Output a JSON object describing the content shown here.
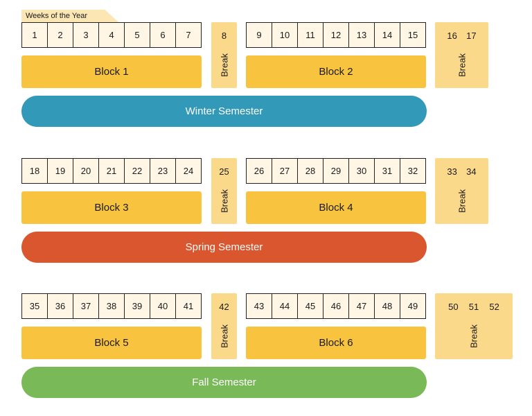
{
  "header": {
    "title": "Weeks of the Year"
  },
  "rows": [
    {
      "weeks_a": [
        "1",
        "2",
        "3",
        "4",
        "5",
        "6",
        "7"
      ],
      "mid_break_week": "8",
      "weeks_b": [
        "9",
        "10",
        "11",
        "12",
        "13",
        "14",
        "15"
      ],
      "end_break_weeks": [
        "16",
        "17"
      ],
      "block_a": "Block 1",
      "block_b": "Block 2",
      "break_label": "Break",
      "semester": "Winter Semester",
      "semester_color": "#3399b8"
    },
    {
      "weeks_a": [
        "18",
        "19",
        "20",
        "21",
        "22",
        "23",
        "24"
      ],
      "mid_break_week": "25",
      "weeks_b": [
        "26",
        "27",
        "28",
        "29",
        "30",
        "31",
        "32"
      ],
      "end_break_weeks": [
        "33",
        "34"
      ],
      "block_a": "Block 3",
      "block_b": "Block 4",
      "break_label": "Break",
      "semester": "Spring Semester",
      "semester_color": "#d9562f"
    },
    {
      "weeks_a": [
        "35",
        "36",
        "37",
        "38",
        "39",
        "40",
        "41"
      ],
      "mid_break_week": "42",
      "weeks_b": [
        "43",
        "44",
        "45",
        "46",
        "47",
        "48",
        "49"
      ],
      "end_break_weeks": [
        "50",
        "51",
        "52"
      ],
      "block_a": "Block 5",
      "block_b": "Block 6",
      "break_label": "Break",
      "semester": "Fall Semester",
      "semester_color": "#7ab958"
    }
  ]
}
